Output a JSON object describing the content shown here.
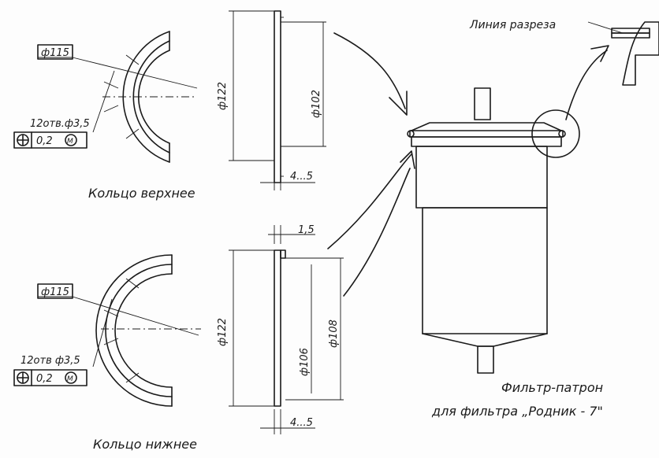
{
  "top_ring": {
    "title": "Кольцо верхнее",
    "dia_label": "ф115",
    "holes_label": "12отв.ф3,5",
    "tolerance": "0,2",
    "tolerance_modifier": "M",
    "height_dim": "ф122",
    "inner_dim": "ф102",
    "thickness_dim": "4...5"
  },
  "bottom_ring": {
    "title": "Кольцо нижнее",
    "dia_label": "ф115",
    "holes_label": "12отв ф3,5",
    "tolerance": "0,2",
    "tolerance_modifier": "M",
    "height_dim": "ф122",
    "inner_dim_1": "ф106",
    "inner_dim_2": "ф108",
    "top_dim": "1,5",
    "thickness_dim": "4...5"
  },
  "filter": {
    "section_line_label": "Линия разреза",
    "caption_line1": "Фильтр-патрон",
    "caption_line2": "для фильтра „Родник - 7\""
  },
  "colors": {
    "ink": "#1a1a1a",
    "paper": "#fdfdfd"
  }
}
